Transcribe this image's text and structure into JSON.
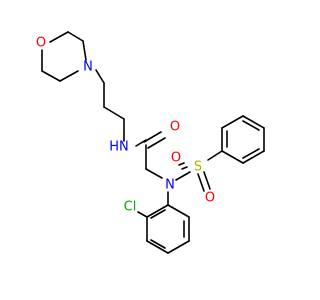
{
  "colors": {
    "carbon_bond": "#000000",
    "O": "#ff0000",
    "N": "#0000ff",
    "S": "#b3b300",
    "Cl": "#00aa00",
    "H": "#000000"
  },
  "atom_labels": {
    "morpholine_o": "O",
    "morpholine_n": "N",
    "amide_nh": "HN",
    "amide_o": "O",
    "sulfonamide_n": "N",
    "sulfur": "S",
    "sulfonyl_o_top": "O",
    "sulfonyl_o_bottom": "O",
    "chlorine": "Cl"
  }
}
